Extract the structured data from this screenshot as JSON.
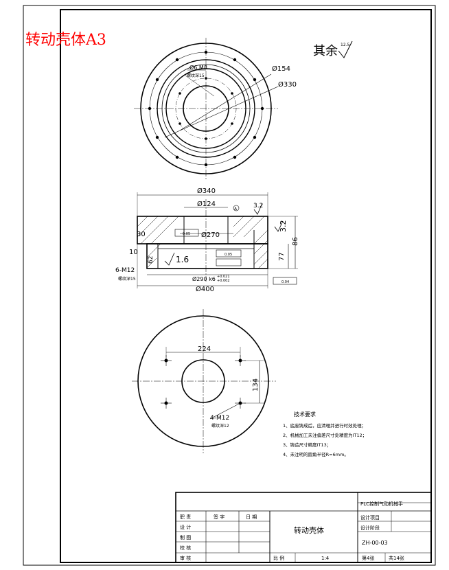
{
  "overlay_title": "转动壳体A3",
  "surface_finish": {
    "label": "其余",
    "value": "12.5"
  },
  "top_view": {
    "dia_inner": "Ø154",
    "dia_outer": "Ø330",
    "holes_label": "Ø6 M8",
    "holes_depth": "螺纹深15"
  },
  "section_view": {
    "dia_top": "Ø340",
    "dia_bore": "Ø124",
    "dia_mid": "Ø270",
    "dia_fit": "Ø290 k6",
    "fit_tol_upper": "+0.021",
    "fit_tol_lower": "+0.002",
    "dia_bottom": "Ø400",
    "dim_30": "30",
    "dim_10": "10",
    "dim_62": "62",
    "dim_77": "77",
    "dim_86": "86",
    "rough_32": "3.2",
    "rough_16": "1.6",
    "rough_32b": "3.2",
    "gtol_1": "0.05",
    "gtol_2": "0.05",
    "gtol_3": "0.04",
    "datum_A": "A",
    "thread_label": "6-M12",
    "thread_depth": "螺纹深15"
  },
  "bottom_view": {
    "dim_224": "224",
    "dim_134": "134",
    "thread_label": "4-M12",
    "thread_depth": "螺纹深12"
  },
  "tech_notes": {
    "title": "技术要求",
    "items": [
      "1、底座铸成后，应清理并进行时效处理；",
      "2、机械加工未注偏差尺寸处精度为IT12；",
      "3、铸造尺寸精度IT13；",
      "4、未注明的圆角半径R=6mm。"
    ]
  },
  "title_block": {
    "project": "PLC控制气动机械手",
    "part_name": "转动壳体",
    "design_item": "设计项目",
    "design_phase": "设计阶段",
    "drawing_no": "ZH-00-03",
    "role_labels": [
      "职 责",
      "设 计",
      "制 图",
      "校 核",
      "审 核"
    ],
    "col_sign": "签 字",
    "col_date": "日 期",
    "scale_label": "比 例",
    "scale_value": "1:4",
    "sheet_label": "第4张",
    "total_label": "共14张"
  }
}
